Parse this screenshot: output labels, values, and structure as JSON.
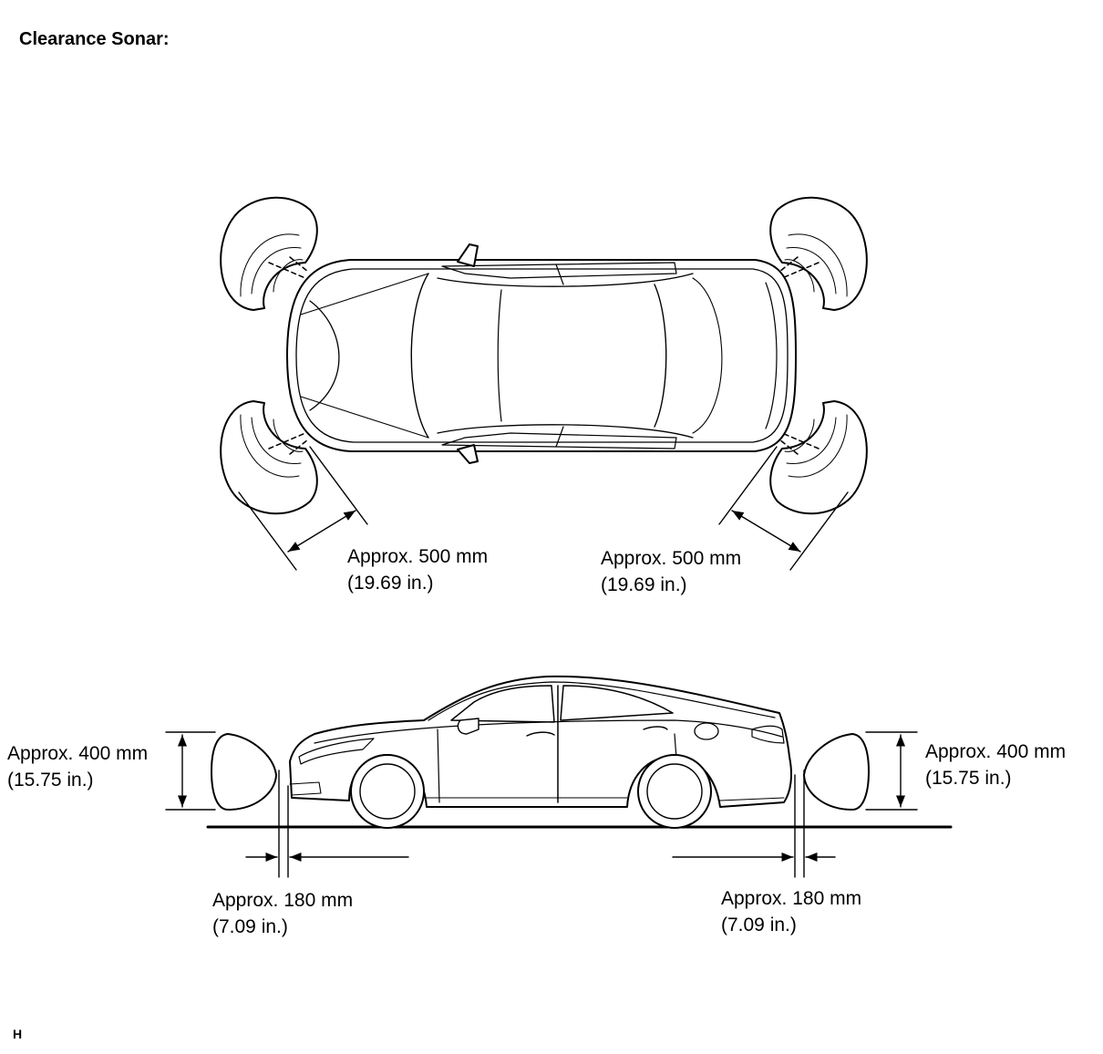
{
  "title": "Clearance Sonar:",
  "corner_mark": "H",
  "labels": {
    "top_left": {
      "line1": "Approx. 500 mm",
      "line2": "(19.69 in.)"
    },
    "top_right": {
      "line1": "Approx. 500 mm",
      "line2": "(19.69 in.)"
    },
    "side_left_height": {
      "line1": "Approx. 400 mm",
      "line2": "(15.75 in.)"
    },
    "side_right_height": {
      "line1": "Approx. 400 mm",
      "line2": "(15.75 in.)"
    },
    "bottom_left_offset": {
      "line1": "Approx. 180 mm",
      "line2": "(7.09 in.)"
    },
    "bottom_right_offset": {
      "line1": "Approx. 180 mm",
      "line2": "(7.09 in.)"
    }
  }
}
